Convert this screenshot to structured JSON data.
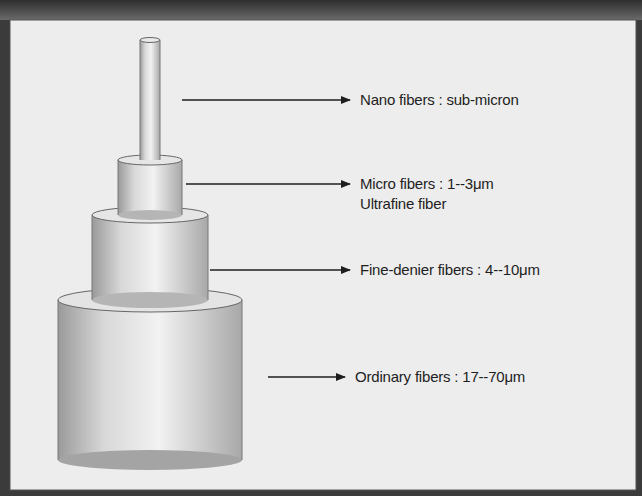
{
  "diagram": {
    "labels": [
      "Nano fibers : sub-micron",
      "Micro fibers : 1--3μm",
      "Ultrafine fiber",
      "Fine-denier fibers : 4--10μm",
      "Ordinary fibers : 17--70μm"
    ]
  }
}
